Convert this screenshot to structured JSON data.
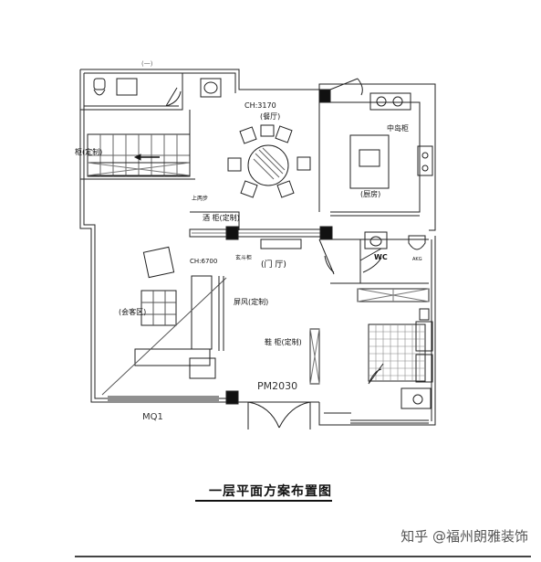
{
  "plan": {
    "labels": {
      "dining_height": "CH:3170",
      "dining": "(餐厅)",
      "island_cabinet": "中岛柜",
      "kitchen": "(厨房)",
      "custom_cabinet": "柜(定制)",
      "up_two_steps": "上两步",
      "wine_cabinet": "酒 柜(定制)",
      "entry_cabinet": "玄斗柜",
      "foyer": "(门 厅)",
      "living_height": "CH:6700",
      "living": "(会客区)",
      "screen": "屏风(定制)",
      "shoe_cabinet": "鞋 柜(定制)",
      "door_code": "PM2030",
      "window_code": "MQ1",
      "wc": "WC",
      "top_code": "(一)",
      "small_code": "AKG"
    }
  },
  "title": "一层平面方案布置图",
  "watermark": "知乎 @福州朗雅装饰"
}
